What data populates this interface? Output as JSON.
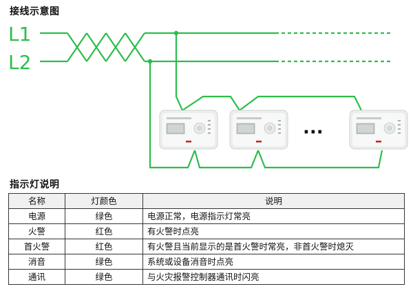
{
  "wiring": {
    "title": "接线示意图",
    "line1_label": "L1",
    "line2_label": "L2",
    "ellipsis": "···",
    "colors": {
      "wire": "#2bbd4a",
      "device": "#e8ecea"
    }
  },
  "indicator": {
    "title": "指示灯说明",
    "headers": [
      "名称",
      "灯颜色",
      "说明"
    ],
    "rows": [
      {
        "name": "电源",
        "color": "绿色",
        "desc": "电源正常，电源指示灯常亮"
      },
      {
        "name": "火警",
        "color": "红色",
        "desc": "有火警时点亮"
      },
      {
        "name": "首火警",
        "color": "红色",
        "desc": "有火警且当前显示的是首火警时常亮，非首火警时熄灭"
      },
      {
        "name": "消音",
        "color": "绿色",
        "desc": "系统或设备消音时点亮"
      },
      {
        "name": "通讯",
        "color": "绿色",
        "desc": "与火灾报警控制器通讯时闪亮"
      }
    ]
  }
}
